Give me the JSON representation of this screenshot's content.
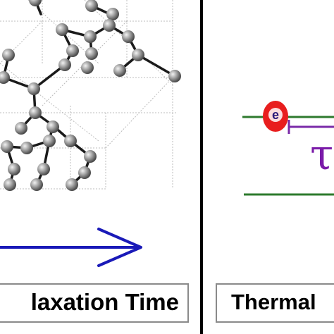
{
  "left_panel": {
    "caption": "laxation Time"
  },
  "right_panel": {
    "caption": "Thermal",
    "electron_symbol": "e",
    "tau_symbol": "τ"
  },
  "colors": {
    "arrow": "#1a1ab8",
    "energy_level": "#2d7a2d",
    "electron": "#e81e1e",
    "bracket": "#7a2aa8",
    "atom": "#8c8c8c",
    "bond": "#1a1a1a",
    "grid": "#bdbdbd"
  }
}
